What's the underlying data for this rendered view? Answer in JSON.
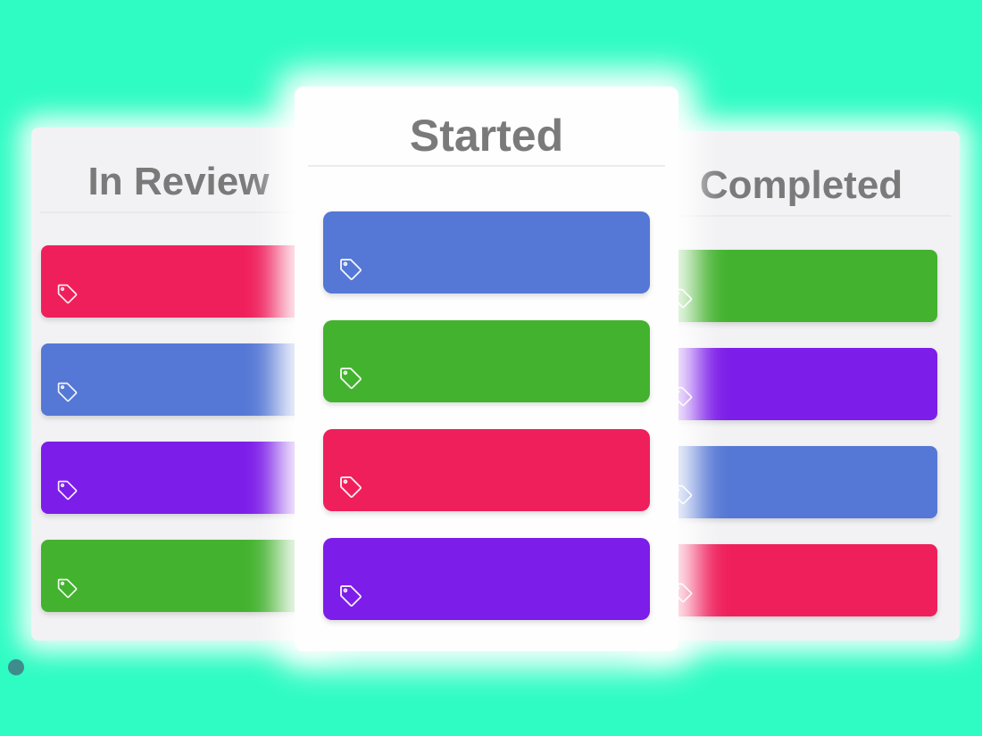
{
  "app": {
    "background_color": "#2EFCC3",
    "panel_color": "#F2F2F4",
    "focused_panel_color": "#FEFEFE",
    "header_text_color": "#7A7A7A"
  },
  "board": {
    "columns": [
      {
        "id": "in-review",
        "title": "In Review",
        "cards": [
          {
            "color": "red"
          },
          {
            "color": "blue"
          },
          {
            "color": "purple"
          },
          {
            "color": "green"
          }
        ]
      },
      {
        "id": "started",
        "title": "Started",
        "cards": [
          {
            "color": "blue"
          },
          {
            "color": "green"
          },
          {
            "color": "red"
          },
          {
            "color": "purple"
          }
        ]
      },
      {
        "id": "completed",
        "title": "Completed",
        "cards": [
          {
            "color": "green"
          },
          {
            "color": "purple"
          },
          {
            "color": "blue"
          },
          {
            "color": "red"
          }
        ]
      }
    ],
    "card_colors": {
      "blue": "#5577D5",
      "green": "#43B22E",
      "red": "#EF1F5B",
      "purple": "#7C1DE9"
    },
    "card_icon": "tag-icon"
  },
  "pointer": {
    "color": "#3F8C8C"
  }
}
